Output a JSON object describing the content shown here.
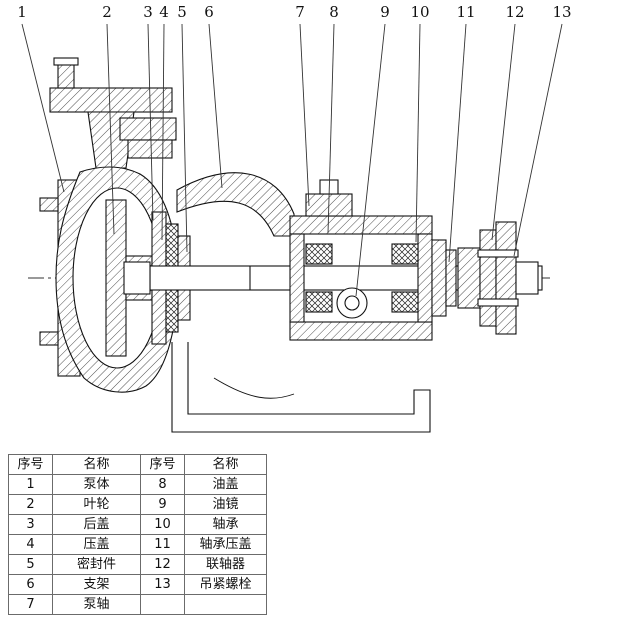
{
  "colors": {
    "line": "#1a1a1a",
    "background": "#ffffff",
    "table_border": "#6b6b6b"
  },
  "drawing": {
    "description": "pump cross-section technical drawing"
  },
  "callouts": [
    "1",
    "2",
    "3",
    "4",
    "5",
    "6",
    "7",
    "8",
    "9",
    "10",
    "11",
    "12",
    "13"
  ],
  "parts_table": {
    "headers": [
      "序号",
      "名称",
      "序号",
      "名称"
    ],
    "rows": [
      [
        "1",
        "泵体",
        "8",
        "油盖"
      ],
      [
        "2",
        "叶轮",
        "9",
        "油镜"
      ],
      [
        "3",
        "后盖",
        "10",
        "轴承"
      ],
      [
        "4",
        "压盖",
        "11",
        "轴承压盖"
      ],
      [
        "5",
        "密封件",
        "12",
        "联轴器"
      ],
      [
        "6",
        "支架",
        "13",
        "吊紧螺栓"
      ],
      [
        "7",
        "泵轴",
        "",
        ""
      ]
    ]
  }
}
